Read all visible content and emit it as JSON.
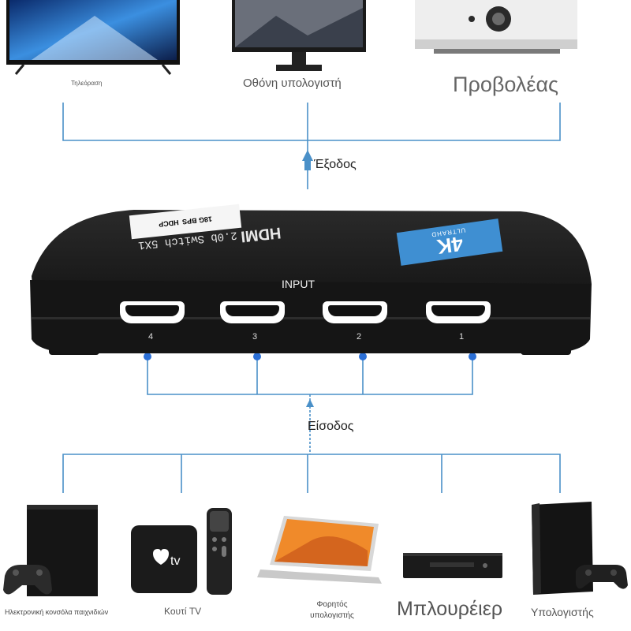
{
  "outputs": {
    "tv": "Τηλεόραση",
    "monitor": "Οθόνη υπολογιστή",
    "projector": "Προβολέας"
  },
  "flow": {
    "output_label": "Έξοδος",
    "input_label": "Είσοδος"
  },
  "device": {
    "brand_text": "HDMI",
    "model_text": "2.0b Switch 5X1",
    "badge_top": "4K",
    "badge_sub": "ULTRAHD",
    "spec_1": "HDCP",
    "spec_2": "18G BPS",
    "input_label": "INPUT",
    "ports": [
      "4",
      "3",
      "2",
      "1"
    ]
  },
  "inputs": {
    "console": "Ηλεκτρονική κονσόλα παιχνιδιών",
    "tvbox": "Κουτί TV",
    "laptop": "Φορητός υπολογιστής",
    "bluray": "Μπλουρέιερ",
    "pc": "Υπολογιστής"
  },
  "colors": {
    "line": "#4a90c8",
    "device": "#1b1b1b",
    "badge": "#3f8fd2"
  }
}
